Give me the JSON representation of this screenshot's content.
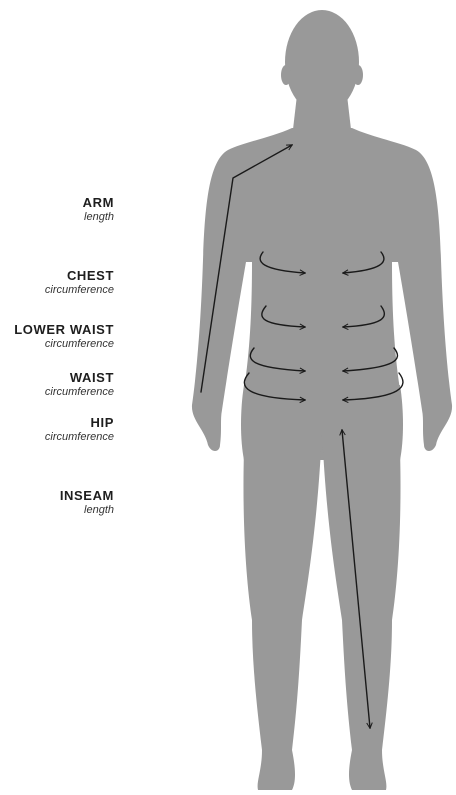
{
  "colors": {
    "silhouette": "#999999",
    "arrow": "#1a1a1a",
    "background": "#ffffff"
  },
  "labels": {
    "arm": {
      "title": "ARM",
      "sub": "length"
    },
    "chest": {
      "title": "CHEST",
      "sub": "circumference"
    },
    "lower_waist": {
      "title": "LOWER WAIST",
      "sub": "circumference"
    },
    "waist": {
      "title": "WAIST",
      "sub": "circumference"
    },
    "hip": {
      "title": "HIP",
      "sub": "circumference"
    },
    "inseam": {
      "title": "INSEAM",
      "sub": "length"
    }
  }
}
